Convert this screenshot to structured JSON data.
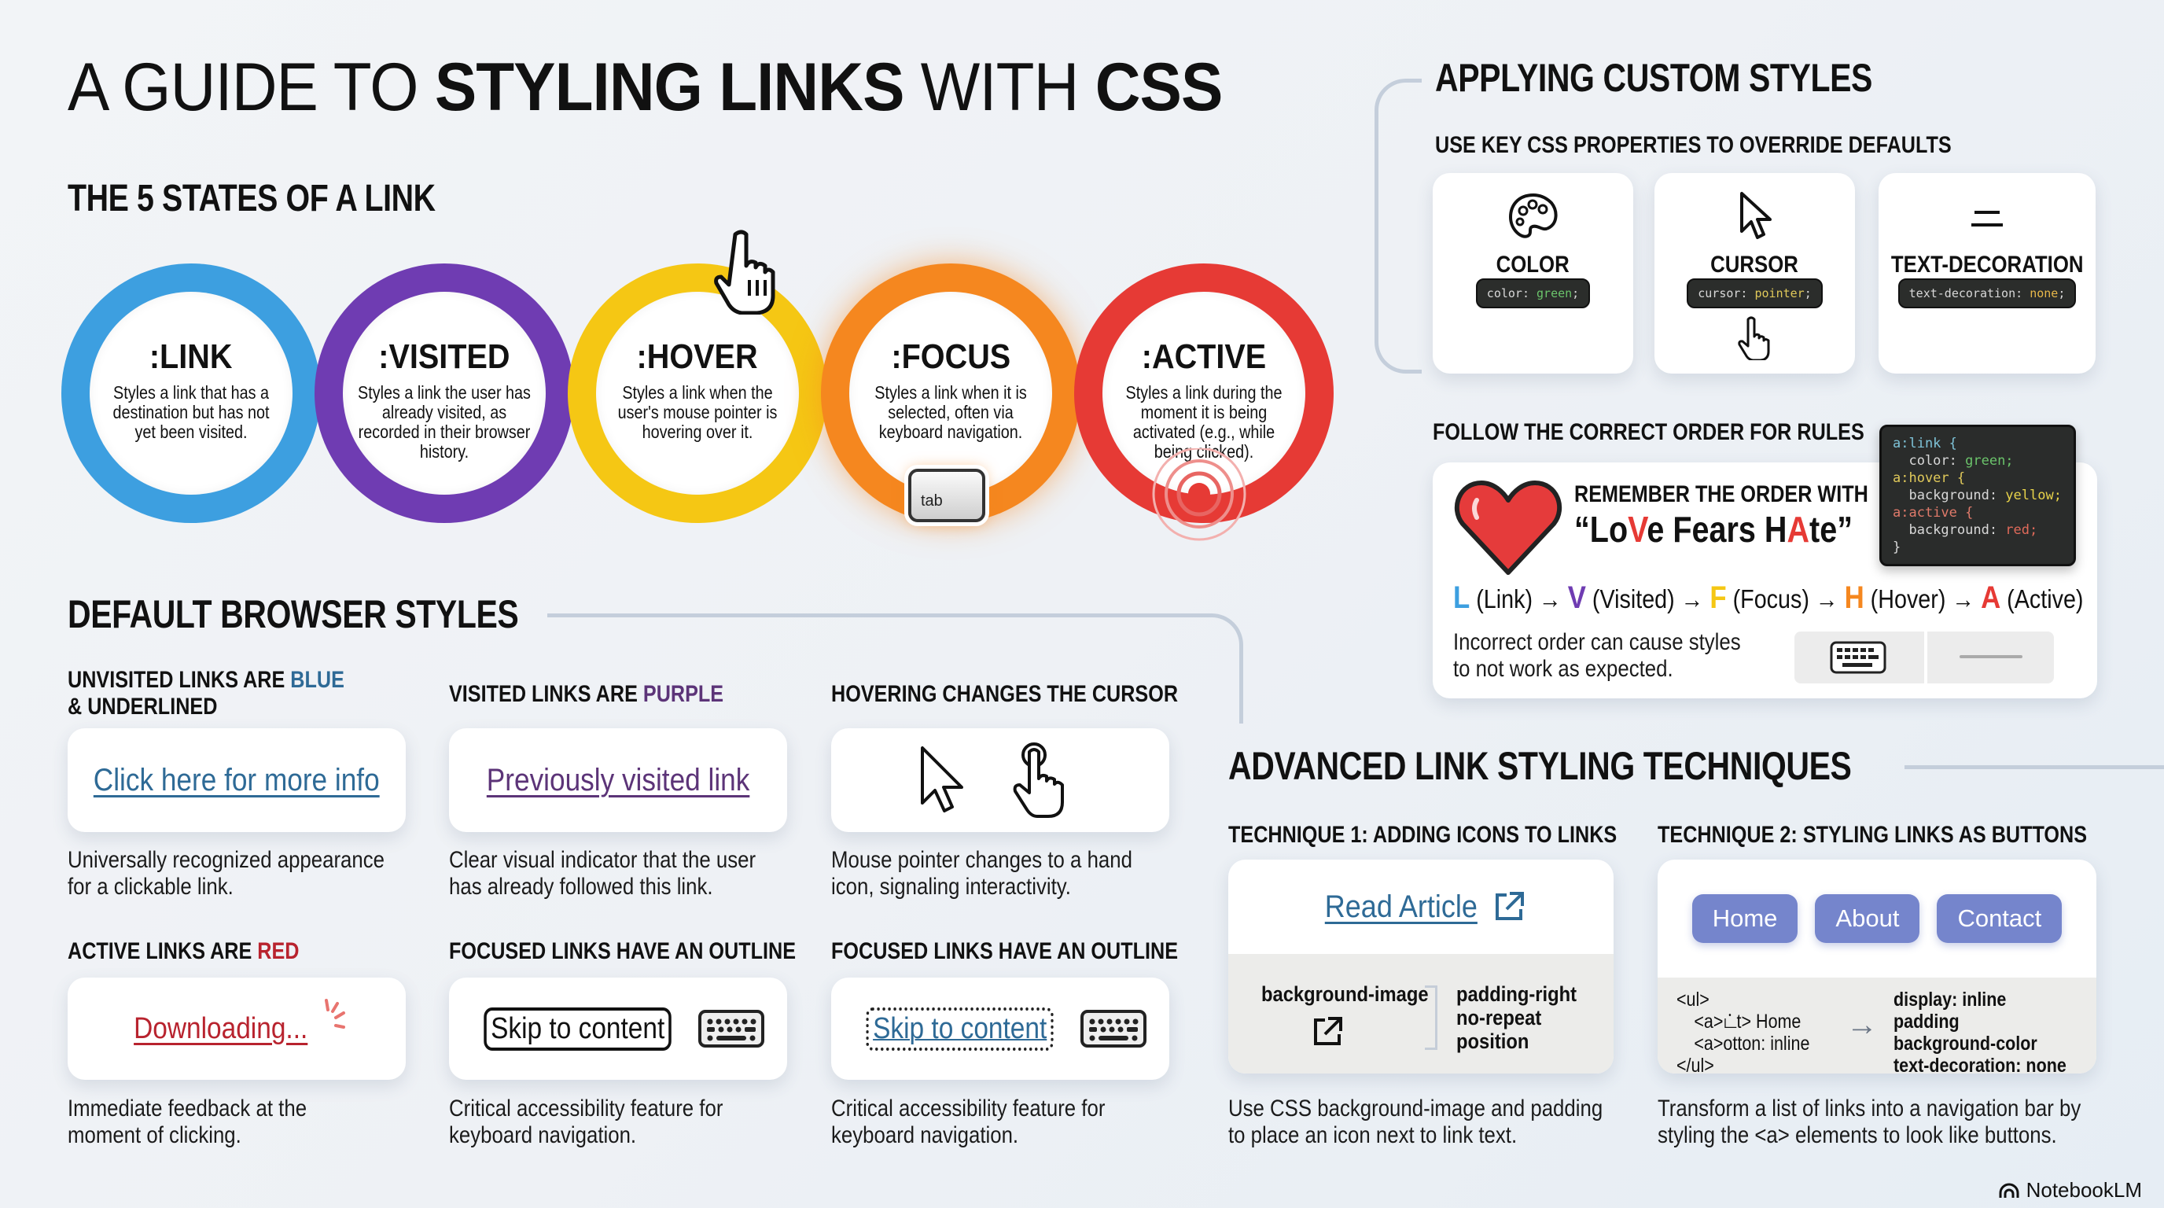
{
  "title": {
    "prefix": "A GUIDE TO ",
    "bold1": "STYLING LINKS",
    "middle": " WITH ",
    "bold2": "CSS"
  },
  "states": {
    "heading": "THE 5 STATES OF A LINK",
    "items": [
      {
        "title": ":LINK",
        "desc": "Styles a link that has a destination but has not yet been visited.",
        "color": "#3d9fe0"
      },
      {
        "title": ":VISITED",
        "desc": "Styles a link the user has already visited, as recorded in their browser history.",
        "color": "#6f3cb2"
      },
      {
        "title": ":HOVER",
        "desc": "Styles a link when the user's mouse pointer is hovering over it.",
        "color": "#f5c714"
      },
      {
        "title": ":FOCUS",
        "desc": "Styles a link when it is selected, often via keyboard navigation.",
        "color": "#f5871f"
      },
      {
        "title": ":ACTIVE",
        "desc": "Styles a link during the moment it is being activated (e.g., while being clicked).",
        "color": "#e63a35"
      }
    ],
    "tab_key_label": "tab"
  },
  "custom": {
    "heading": "APPLYING CUSTOM STYLES",
    "subheading": "USE KEY CSS PROPERTIES TO OVERRIDE DEFAULTS",
    "props": [
      {
        "icon": "palette-icon",
        "title": "COLOR",
        "code_prop": "color: ",
        "code_val": "green",
        "code_end": ";",
        "val_color": "#6bc46b"
      },
      {
        "icon": "arrow-cursor-icon",
        "title": "CURSOR",
        "code_prop": "cursor: ",
        "code_val": "pointer",
        "code_end": ";",
        "val_color": "#e0c95a"
      },
      {
        "icon": "text-decoration-icon",
        "title": "TEXT-DECORATION",
        "code_prop": "text-decoration: ",
        "code_val": "none",
        "code_end": ";",
        "val_color": "#e8b84a"
      }
    ],
    "order_heading": "FOLLOW THE CORRECT ORDER FOR RULES",
    "remember": "REMEMBER THE ORDER WITH",
    "mnemonic": {
      "q1": "“L",
      "o": "o",
      "v": "V",
      "e": "e Fears H",
      "a": "A",
      "te": "te”"
    },
    "order": [
      {
        "letter": "L",
        "label": "(Link)",
        "color": "#3d9fe0"
      },
      {
        "letter": "V",
        "label": "(Visited)",
        "color": "#6f3cb2"
      },
      {
        "letter": "F",
        "label": "(Focus)",
        "color": "#f5c714"
      },
      {
        "letter": "H",
        "label": "(Hover)",
        "color": "#f5871f"
      },
      {
        "letter": "A",
        "label": "(Active)",
        "color": "#e63a35"
      }
    ],
    "arrow": "→",
    "warning": [
      "Incorrect order can cause styles",
      "to not work as expected."
    ],
    "code": [
      {
        "sel": "a:link {",
        "sel_color": "#7ec3d8"
      },
      {
        "prop": "  color: ",
        "val": "green;",
        "val_color": "#6bc46b"
      },
      {
        "sel": "a:hover {",
        "sel_color": "#e0c95a"
      },
      {
        "prop": "  background: ",
        "val": "yellow;",
        "val_color": "#e8d34a"
      },
      {
        "sel": "a:active {",
        "sel_color": "#e07a6a"
      },
      {
        "prop": "  background: ",
        "val": "red;",
        "val_color": "#e06a5a"
      },
      {
        "sel": "}",
        "sel_color": "#d8d8d8"
      }
    ]
  },
  "defaults": {
    "heading": "DEFAULT BROWSER STYLES",
    "items": [
      {
        "label": "UNVISITED LINKS ARE ",
        "accent": "BLUE",
        "label2": "& UNDERLINED",
        "accent_color": "#2e6a96",
        "demo": "Click here for more info",
        "desc": [
          "Universally recognized appearance",
          "for a clickable link."
        ]
      },
      {
        "label": "VISITED LINKS ARE ",
        "accent": "PURPLE",
        "accent_color": "#5c3478",
        "demo": "Previously visited link",
        "desc": [
          "Clear visual indicator that the user",
          "has already followed this link."
        ]
      },
      {
        "label": "HOVERING CHANGES THE CURSOR",
        "accent": "",
        "demo": "",
        "desc": [
          "Mouse pointer changes to a hand",
          "icon, signaling interactivity."
        ]
      },
      {
        "label": "ACTIVE LINKS ARE ",
        "accent": "RED",
        "accent_color": "#b8232e",
        "demo": "Downloading...",
        "desc": [
          "Immediate feedback at the",
          "moment of clicking."
        ]
      },
      {
        "label": "FOCUSED LINKS HAVE AN OUTLINE",
        "accent": "",
        "demo": "Skip to content",
        "desc": [
          "Critical accessibility feature for",
          "keyboard navigation."
        ]
      },
      {
        "label": "FOCUSED LINKS HAVE AN OUTLINE",
        "accent": "",
        "demo": "Skip to content",
        "desc": [
          "Critical accessibility feature for",
          "keyboard navigation."
        ]
      }
    ]
  },
  "advanced": {
    "heading": "ADVANCED LINK STYLING TECHNIQUES",
    "t1": {
      "heading": "TECHNIQUE 1: ADDING ICONS TO LINKS",
      "link": "Read Article",
      "left_label": "background-image",
      "right_labels": [
        "padding-right",
        "no-repeat",
        "position"
      ],
      "desc": [
        "Use CSS background-image and padding",
        "to place an icon next to link text."
      ]
    },
    "t2": {
      "heading": "TECHNIQUE 2: STYLING LINKS AS BUTTONS",
      "buttons": [
        "Home",
        "About",
        "Contact"
      ],
      "code_left": [
        "<ul>",
        "<a>ட்t> Home",
        "<a>otton: inline",
        "</ul>"
      ],
      "code_right": [
        "display: inline",
        "padding",
        "background-color",
        "text-decoration: none"
      ],
      "desc": [
        "Transform a list of links into a navigation bar by",
        "styling the <a> elements to look like buttons."
      ]
    }
  },
  "footer": {
    "brand": "NotebookLM"
  }
}
